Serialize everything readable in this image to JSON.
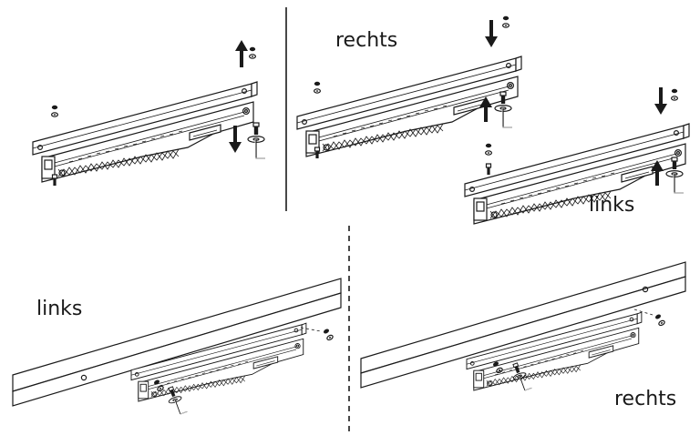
{
  "labels": {
    "top_middle": "rechts",
    "top_right": "links",
    "bottom_left": "links",
    "bottom_right": "rechts"
  },
  "icons": [
    "arrow-up-icon",
    "arrow-down-icon",
    "screw-icon",
    "washer-icon",
    "hex-key-icon"
  ],
  "colors": {
    "line": "#1a1a1a",
    "background": "#ffffff"
  }
}
